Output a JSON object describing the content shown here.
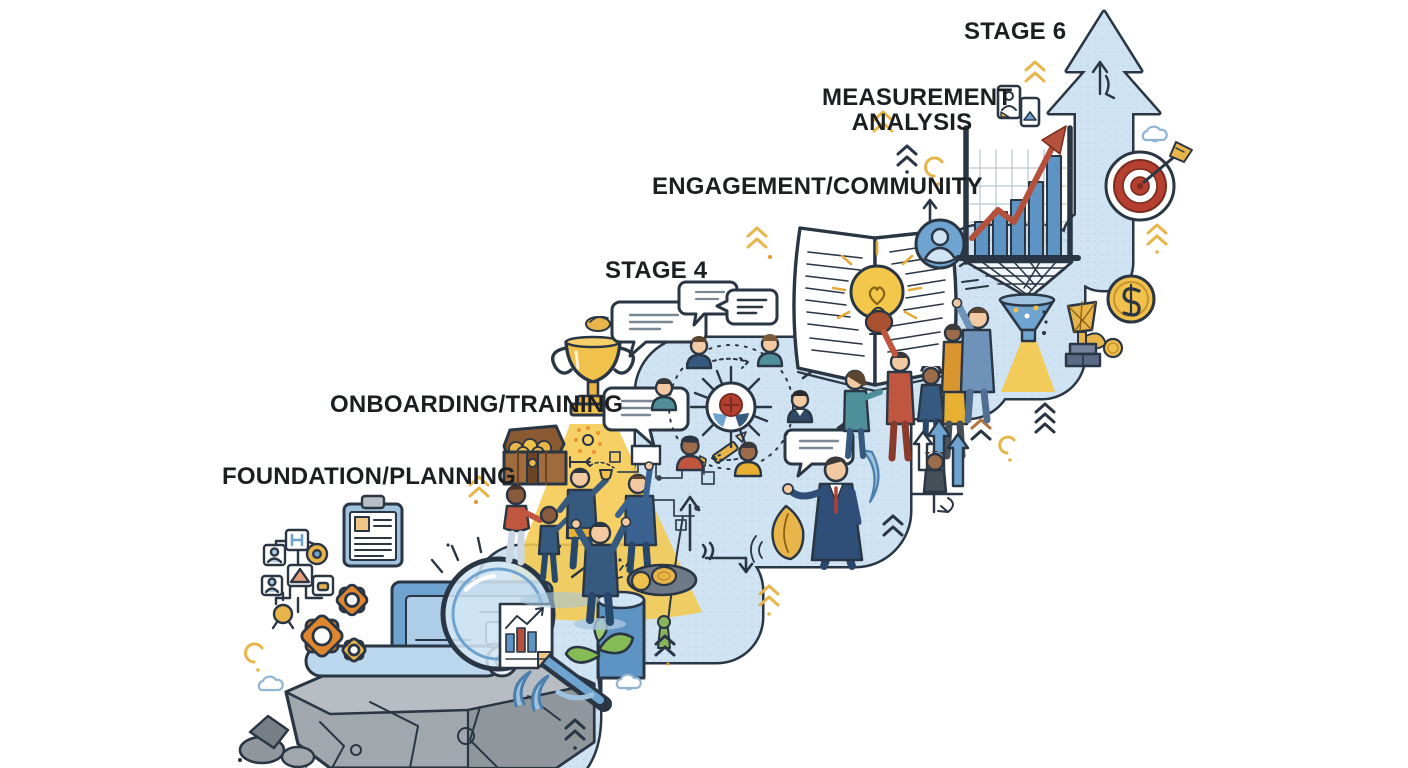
{
  "figure_type": "growth-stages-infographic",
  "stages": [
    {
      "name": "foundation-planning",
      "label": "FOUNDATION/PLANNING"
    },
    {
      "name": "onboarding-training",
      "label": "ONBOARDING/TRAINING"
    },
    {
      "name": "stage-4",
      "label": "STAGE 4"
    },
    {
      "name": "engagement-community",
      "label": "ENGAGEMENT/COMMUNITY"
    },
    {
      "name": "measurement-analysis",
      "label_line1": "MEASUREMENT",
      "label_line2": "ANALYSIS"
    },
    {
      "name": "stage-6",
      "label": "STAGE 6"
    }
  ],
  "colors": {
    "outline": "#2a3644",
    "path_blue": "#cfe3f3",
    "accent_blue": "#6fa3d0",
    "navy": "#35597f",
    "gold": "#f0c14b",
    "amber": "#e8b54a",
    "rust_red": "#b5503c",
    "target_red": "#b5402f",
    "rock_gray": "#a0a7ad",
    "leaf_green": "#85bb55",
    "skin": "#f2c9a0",
    "beam_yellow": "#f5c94e"
  },
  "icons": [
    "rock-foundation-icon",
    "magnifier-icon",
    "blueprint-icon",
    "gear-icon",
    "org-chart-icon",
    "clipboard-icon",
    "chart-document-icon",
    "plant-sprout-icon",
    "treasure-chest-icon",
    "trophy-icon",
    "spotlight-beam",
    "speech-bubble-icon",
    "collaboration-hub-icon",
    "people-group",
    "businessman-figure",
    "open-book-icon",
    "lightbulb-icon",
    "user-badge-icon",
    "bar-chart-icon",
    "net-funnel-icon",
    "photo-cards-icon",
    "growth-arrow-icon",
    "target-icon",
    "dollar-coin-icon",
    "award-trophy-icon",
    "coin-icon",
    "up-arrows-icon",
    "chevron-icon",
    "cloud-icon"
  ]
}
